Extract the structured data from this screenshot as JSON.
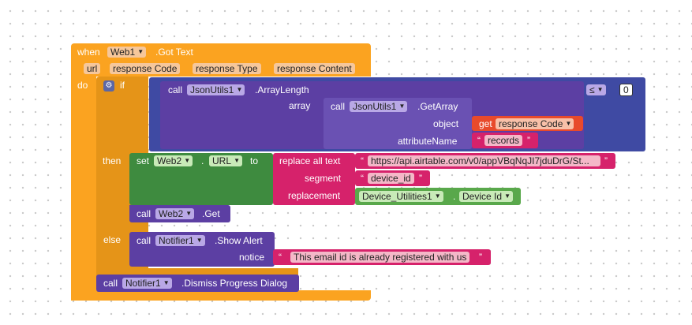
{
  "event": {
    "when_label": "when",
    "component": "Web1",
    "event_name": ".Got Text",
    "params": [
      "url",
      "response Code",
      "response Type",
      "response Content"
    ],
    "do_label": "do"
  },
  "if_block": {
    "if_label": "if",
    "then_label": "then",
    "else_label": "else",
    "compare_op": "≤",
    "compare_value": "0"
  },
  "array_length": {
    "call_label": "call",
    "component": "JsonUtils1",
    "method": ".ArrayLength",
    "arg_label": "array"
  },
  "get_array": {
    "call_label": "call",
    "component": "JsonUtils1",
    "method": ".GetArray",
    "object_label": "object",
    "attribute_label": "attributeName"
  },
  "get_var": {
    "label": "get",
    "variable": "response Code"
  },
  "records_text": "records",
  "set_url": {
    "set_label": "set",
    "component": "Web2",
    "dot": ".",
    "property": "URL",
    "to_label": "to"
  },
  "replace_all": {
    "label": "replace all text",
    "segment_label": "segment",
    "replacement_label": "replacement",
    "url_text": "https://api.airtable.com/v0/appVBqNqJI7jduDrG/St...",
    "segment_text": "device_id"
  },
  "device_util": {
    "component": "Device_Utilities1",
    "dot": ".",
    "property": "Device Id"
  },
  "web2_get": {
    "call_label": "call",
    "component": "Web2",
    "method": ".Get"
  },
  "alert": {
    "call_label": "call",
    "component": "Notifier1",
    "method": ".Show Alert",
    "notice_label": "notice",
    "text": "This email id is already registered with us"
  },
  "dismiss": {
    "call_label": "call",
    "component": "Notifier1",
    "method": ".Dismiss Progress Dialog"
  }
}
